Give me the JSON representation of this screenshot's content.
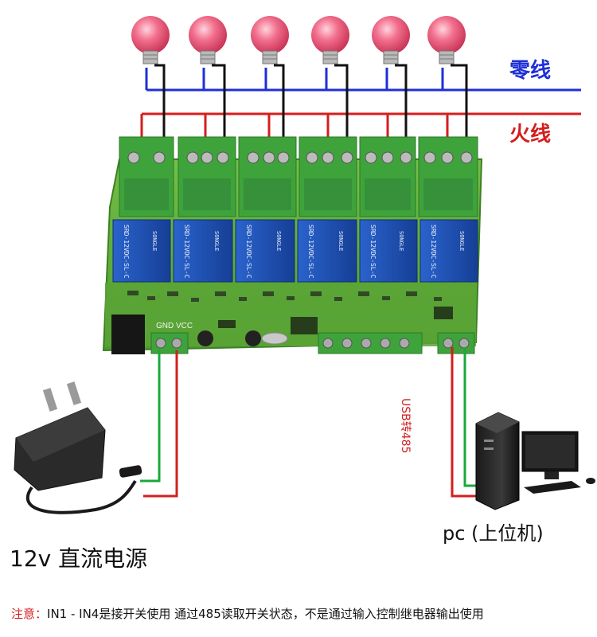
{
  "labels": {
    "neutral": "零线",
    "live": "火线",
    "usb": "USB转485",
    "pc": "pc (上位机)",
    "power": "12v 直流电源",
    "note_prefix": "注意：",
    "note_text": "IN1 - IN4是接开关使用   通过485读取开关状态，不是通过输入控制继电器输出使用"
  },
  "board": {
    "relay_model": "SRD-12VDC-SL-C",
    "relay_brand": "SONGLE",
    "power_terminal": "GND VCC",
    "relay_count": 6,
    "bulb_count": 6
  },
  "colors": {
    "neutral_wire": "#1e2fd6",
    "live_wire": "#d41e1e",
    "signal_wire": "#111111",
    "green_wire": "#1aa83a",
    "pcb": "#5fae3c",
    "terminal": "#3fa33c",
    "relay": "#1f4fb5",
    "bulb": "#ee5a7a"
  }
}
